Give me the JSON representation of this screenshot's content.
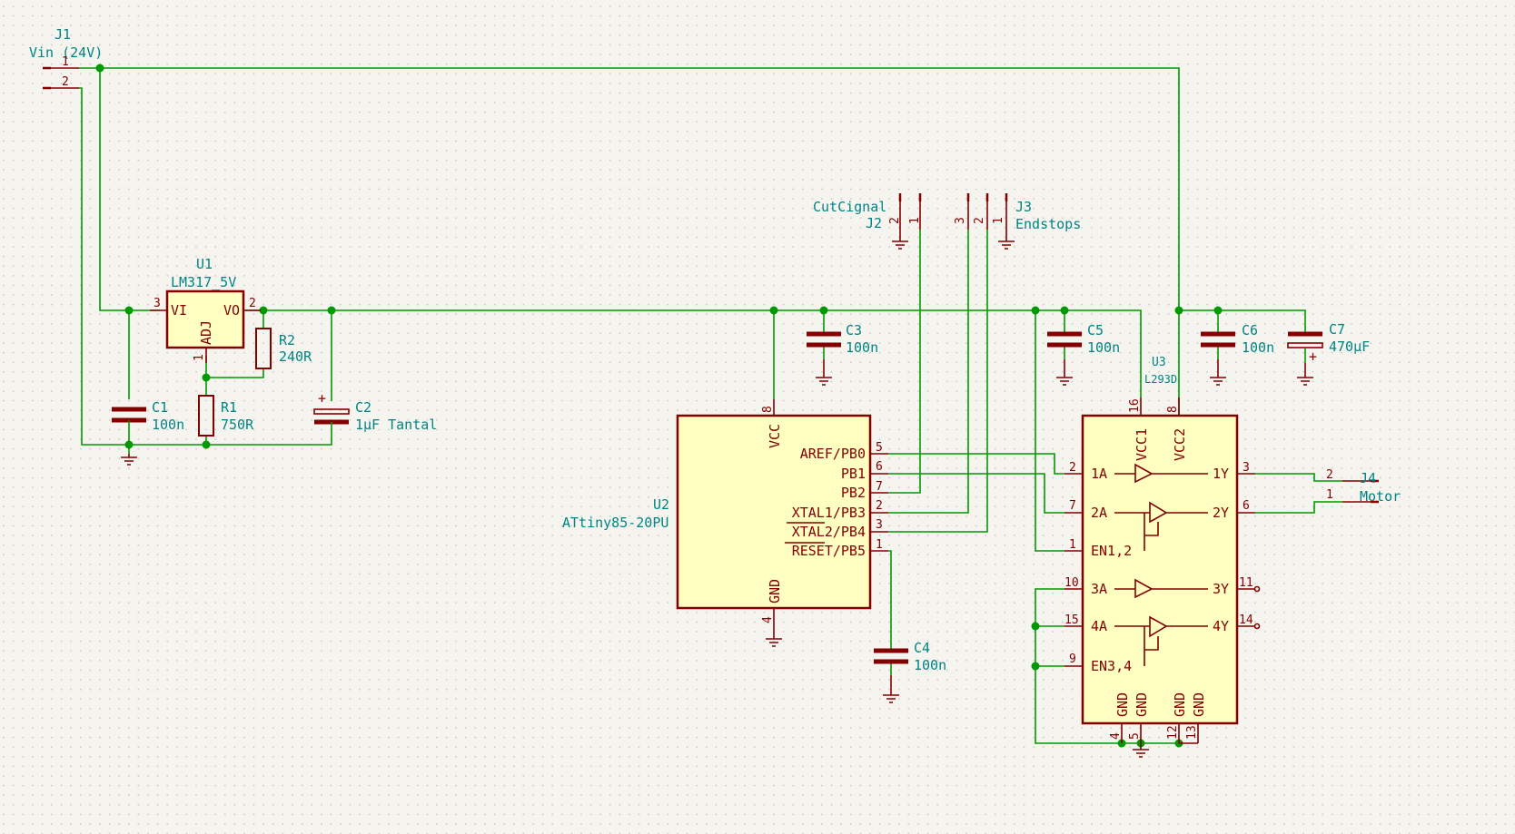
{
  "schematic": {
    "J1": {
      "ref": "J1",
      "value": "Vin (24V)",
      "pins": [
        "1",
        "2"
      ]
    },
    "J2": {
      "ref": "J2",
      "value": "CutCignal",
      "pins": [
        "2",
        "1"
      ]
    },
    "J3": {
      "ref": "J3",
      "value": "Endstops",
      "pins": [
        "3",
        "2",
        "1"
      ]
    },
    "J4": {
      "ref": "J4",
      "value": "Motor",
      "pins": [
        "2",
        "1"
      ]
    },
    "U1": {
      "ref": "U1",
      "value": "LM317_5V",
      "pin_vi": "VI",
      "pin_vo": "VO",
      "pin_adj": "ADJ",
      "n_vi": "3",
      "n_vo": "2",
      "n_adj": "1"
    },
    "U2": {
      "ref": "U2",
      "value": "ATtiny85-20PU",
      "vcc": "VCC",
      "gnd": "GND",
      "n_vcc": "8",
      "n_gnd": "4",
      "right_pins": [
        {
          "name": "AREF/PB0",
          "num": "5"
        },
        {
          "name": "PB1",
          "num": "6"
        },
        {
          "name": "PB2",
          "num": "7"
        },
        {
          "name": "XTAL1/PB3",
          "num": "2"
        },
        {
          "name": "XTAL2/PB4",
          "num": "3"
        },
        {
          "name": "RESET/PB5",
          "num": "1"
        }
      ]
    },
    "U3": {
      "ref": "U3",
      "value": "L293D",
      "top_pins": [
        {
          "name": "VCC1",
          "num": "16"
        },
        {
          "name": "VCC2",
          "num": "8"
        }
      ],
      "left_pins": [
        {
          "name": "1A",
          "num": "2"
        },
        {
          "name": "2A",
          "num": "7"
        },
        {
          "name": "EN1,2",
          "num": "1"
        },
        {
          "name": "3A",
          "num": "10"
        },
        {
          "name": "4A",
          "num": "15"
        },
        {
          "name": "EN3,4",
          "num": "9"
        }
      ],
      "right_pins": [
        {
          "name": "1Y",
          "num": "3"
        },
        {
          "name": "2Y",
          "num": "6"
        },
        {
          "name": "3Y",
          "num": "11"
        },
        {
          "name": "4Y",
          "num": "14"
        }
      ],
      "gnd_pins": [
        {
          "name": "GND",
          "num": "4"
        },
        {
          "name": "GND",
          "num": "5"
        },
        {
          "name": "GND",
          "num": "12"
        },
        {
          "name": "GND",
          "num": "13"
        }
      ]
    },
    "R1": {
      "ref": "R1",
      "value": "750R"
    },
    "R2": {
      "ref": "R2",
      "value": "240R"
    },
    "C1": {
      "ref": "C1",
      "value": "100n"
    },
    "C2": {
      "ref": "C2",
      "value": "1µF Tantal",
      "polarity": "+"
    },
    "C3": {
      "ref": "C3",
      "value": "100n"
    },
    "C4": {
      "ref": "C4",
      "value": "100n"
    },
    "C5": {
      "ref": "C5",
      "value": "100n"
    },
    "C6": {
      "ref": "C6",
      "value": "100n"
    },
    "C7": {
      "ref": "C7",
      "value": "470µF",
      "polarity": "+"
    }
  },
  "colors": {
    "background": "#f5f4ef",
    "grid_dot": "#c8c8c8",
    "wire": "#009900",
    "component": "#840000",
    "ic_fill": "#ffffc2",
    "reference_text": "#008484"
  }
}
